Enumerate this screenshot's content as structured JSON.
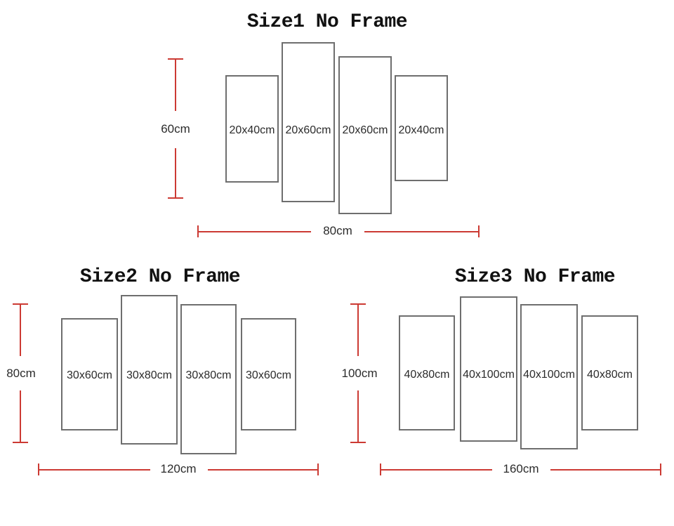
{
  "page": {
    "background": "#ffffff"
  },
  "colors": {
    "measure_red": "#cc3a33",
    "panel_border": "#6e6e6e",
    "title_text": "#111111",
    "label_text": "#2b2b2b"
  },
  "diagrams": [
    {
      "title": "Size1 No Frame",
      "height_label": "60cm",
      "width_label": "80cm",
      "panels": [
        {
          "label": "20x40cm"
        },
        {
          "label": "20x60cm"
        },
        {
          "label": "20x60cm"
        },
        {
          "label": "20x40cm"
        }
      ]
    },
    {
      "title": "Size2 No Frame",
      "height_label": "80cm",
      "width_label": "120cm",
      "panels": [
        {
          "label": "30x60cm"
        },
        {
          "label": "30x80cm"
        },
        {
          "label": "30x80cm"
        },
        {
          "label": "30x60cm"
        }
      ]
    },
    {
      "title": "Size3 No Frame",
      "height_label": "100cm",
      "width_label": "160cm",
      "panels": [
        {
          "label": "40x80cm"
        },
        {
          "label": "40x100cm"
        },
        {
          "label": "40x100cm"
        },
        {
          "label": "40x80cm"
        }
      ]
    }
  ]
}
